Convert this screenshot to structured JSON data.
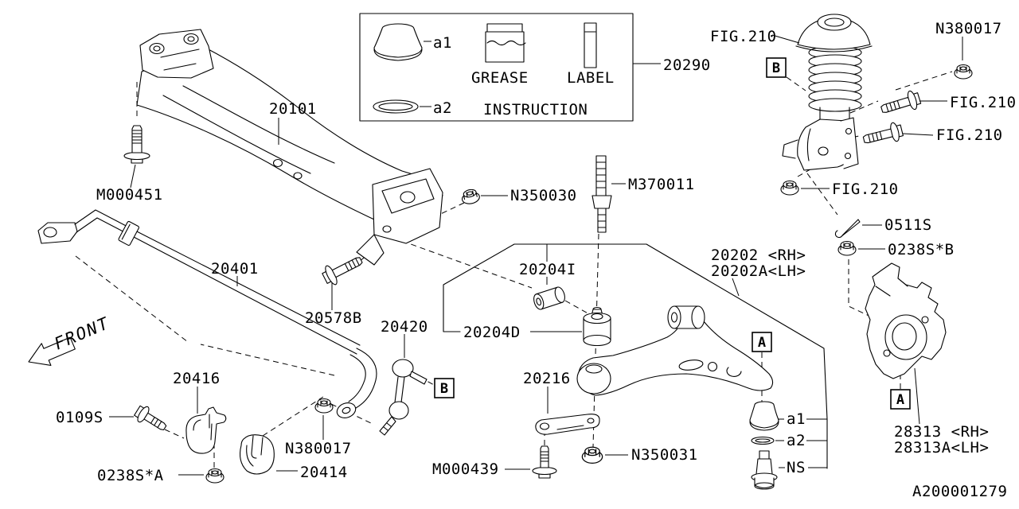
{
  "diagram": {
    "number": "A200001279",
    "front": "FRONT",
    "ref_a": "A",
    "ref_b": "B",
    "legend": {
      "callout": "20290",
      "grease": "GREASE",
      "label": "LABEL",
      "instruction": "INSTRUCTION"
    },
    "labels": {
      "a1": "a1",
      "a2": "a2",
      "ns": "NS",
      "fig210": "FIG.210",
      "n380017": "N380017",
      "crossmember": "20101",
      "bolt_m000451": "M000451",
      "nut_n350030": "N350030",
      "stud_m370011": "M370011",
      "bolt_20578b": "20578B",
      "stab_bar": "20401",
      "link": "20420",
      "bracket": "20416",
      "bushing_20414": "20414",
      "bolt_0109s": "0109S",
      "nut_0238s_a": "0238S*A",
      "arm_rh": "20202 <RH>",
      "arm_lh": "20202A<LH>",
      "bushing_20204i": "20204I",
      "bushing_20204d": "20204D",
      "plate_20216": "20216",
      "bolt_m000439": "M000439",
      "nut_n350031": "N350031",
      "knuckle_rh": "28313 <RH>",
      "knuckle_lh": "28313A<LH>",
      "pin_0511s": "0511S",
      "nut_0238s_b": "0238S*B"
    }
  }
}
